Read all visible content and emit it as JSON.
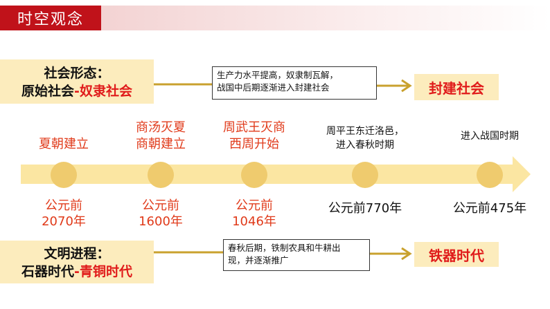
{
  "header": {
    "title": "时空观念"
  },
  "social_form": {
    "label": "社会形态：",
    "from": "原始社会",
    "dash": "-",
    "to": "奴隶社会",
    "note_lines": [
      "生产力水平提高，奴隶制瓦解，",
      "战国中后期逐渐进入封建社会"
    ],
    "result": "封建社会"
  },
  "civilization": {
    "label": "文明进程：",
    "from": "石器时代",
    "dash": "-",
    "to": "青铜时代",
    "note_lines": [
      "春秋后期，铁制农具和牛耕出",
      "现，并逐渐推广"
    ],
    "result": "铁器时代"
  },
  "timeline": {
    "events": [
      {
        "lines": [
          "夏朝建立"
        ],
        "date_lines": [
          "公元前",
          "2070年"
        ]
      },
      {
        "lines": [
          "商汤灭夏",
          "商朝建立"
        ],
        "date_lines": [
          "公元前",
          "1600年"
        ]
      },
      {
        "lines": [
          "周武王灭商",
          "西周开始"
        ],
        "date_lines": [
          "公元前",
          "1046年"
        ]
      },
      {
        "lines": [
          "周平王东迁洛邑，",
          "进入春秋时期"
        ],
        "date_lines": [
          "公元前770年"
        ]
      },
      {
        "lines": [
          "进入战国时期"
        ],
        "date_lines": [
          "公元前475年"
        ]
      }
    ]
  },
  "colors": {
    "header": "#c0121a",
    "highlight": "#fcecbd",
    "timeline": "#fbe6a2",
    "dot": "#efcb6e",
    "arrow": "#c9a12e",
    "accent_red": "#e01b1b"
  }
}
